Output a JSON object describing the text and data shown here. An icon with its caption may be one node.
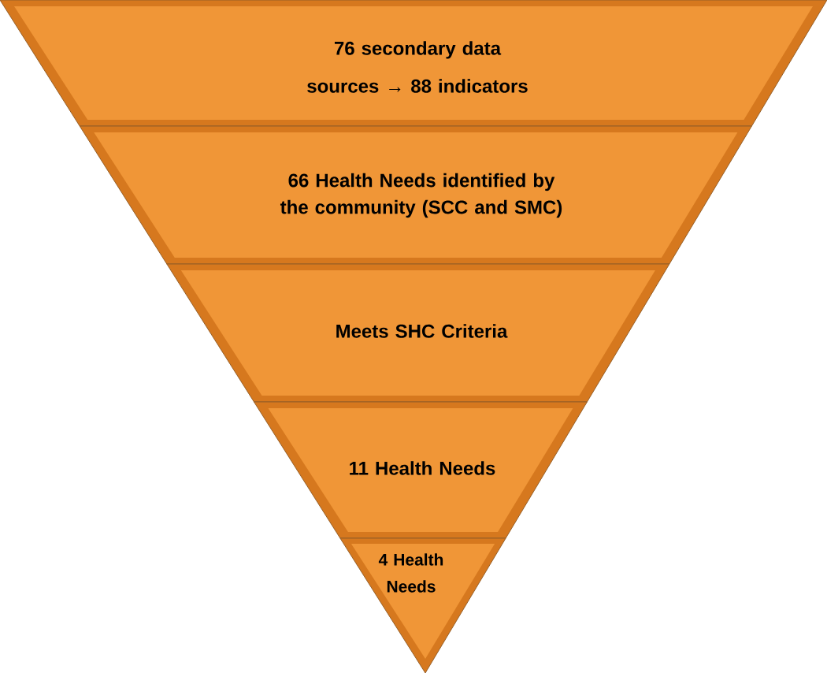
{
  "diagram": {
    "nodes": [
      {
        "text": [
          "76 secondary data sources → 88 indicators"
        ]
      },
      {
        "text": [
          "66 Health Needs identified by the community (SCC and SMC)"
        ]
      },
      {
        "text": [
          "Meets SHC Criteria"
        ]
      },
      {
        "text": [
          "11 Health Needs"
        ]
      },
      {
        "text": [
          "4 Health Needs"
        ]
      }
    ]
  }
}
